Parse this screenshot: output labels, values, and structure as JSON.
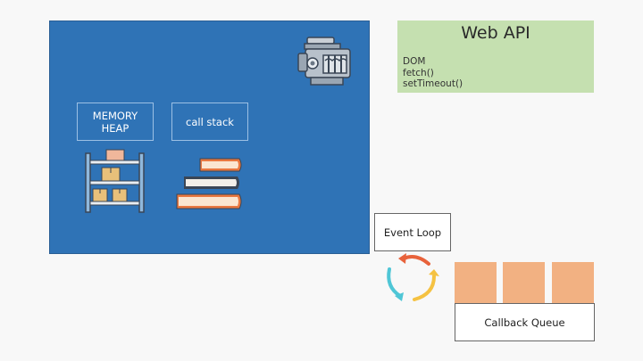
{
  "engine": {
    "memory_heap_label": "MEMORY HEAP",
    "call_stack_label": "call stack",
    "icons": [
      "engine-icon",
      "shelf-icon",
      "books-icon"
    ]
  },
  "web_api": {
    "title": "Web API",
    "items": [
      "DOM",
      "fetch()",
      "setTimeout()"
    ]
  },
  "event_loop": {
    "label": "Event Loop",
    "icon": "cycle-arrows-icon",
    "colors": [
      "#e8623b",
      "#f5c242",
      "#4fc6d6"
    ]
  },
  "callback_queue": {
    "label": "Callback Queue",
    "slot_count": 3,
    "slot_color": "#f2b182"
  },
  "colors": {
    "engine_bg": "#2f73b6",
    "web_api_bg": "#c5e0b0"
  }
}
